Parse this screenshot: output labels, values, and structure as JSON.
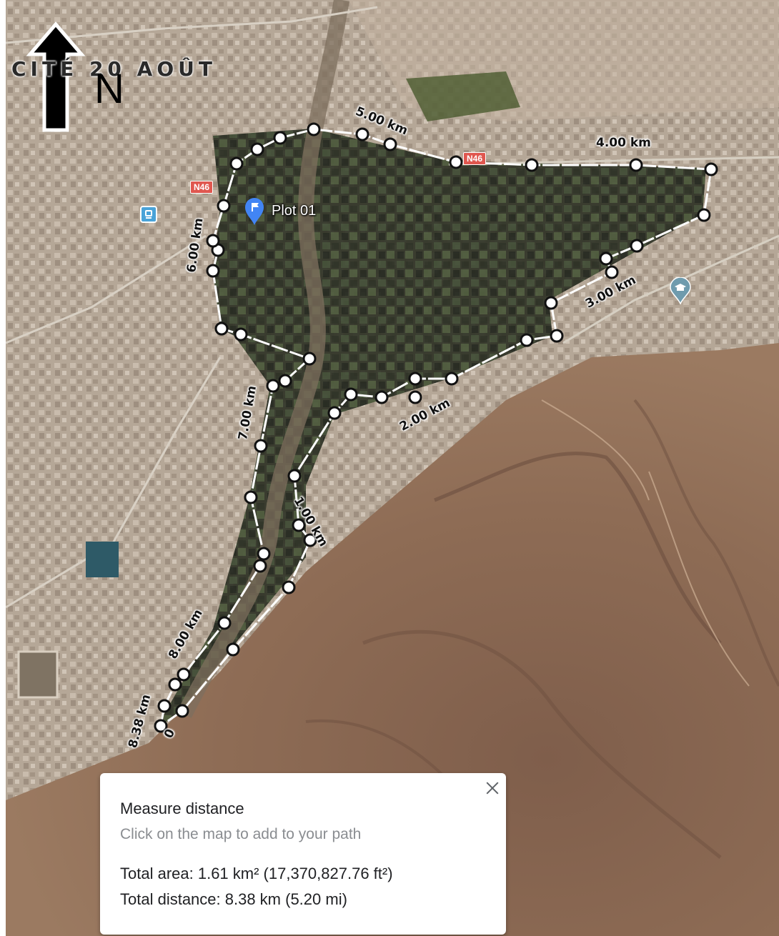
{
  "map": {
    "place_label": "CITÉ 20 AOÛT",
    "north_label": "N",
    "marker_label": "Plot 01",
    "road_labels": [
      "N46",
      "N46"
    ],
    "distance_labels": [
      "0",
      "1.00 km",
      "2.00 km",
      "3.00 km",
      "4.00 km",
      "5.00 km",
      "6.00 km",
      "7.00 km",
      "8.00 km",
      "8.38 km"
    ]
  },
  "measure_panel": {
    "title": "Measure distance",
    "hint": "Click on the map to add to your path",
    "total_area": "Total area: 1.61 km² (17,370,827.76 ft²)",
    "total_distance": "Total distance: 8.38 km (5.20 mi)"
  },
  "colors": {
    "path": "#ffffff",
    "marker": "#4285f4",
    "road_badge": "#e0574f",
    "terrain": "#8b6a53",
    "city": "#b3a595"
  }
}
